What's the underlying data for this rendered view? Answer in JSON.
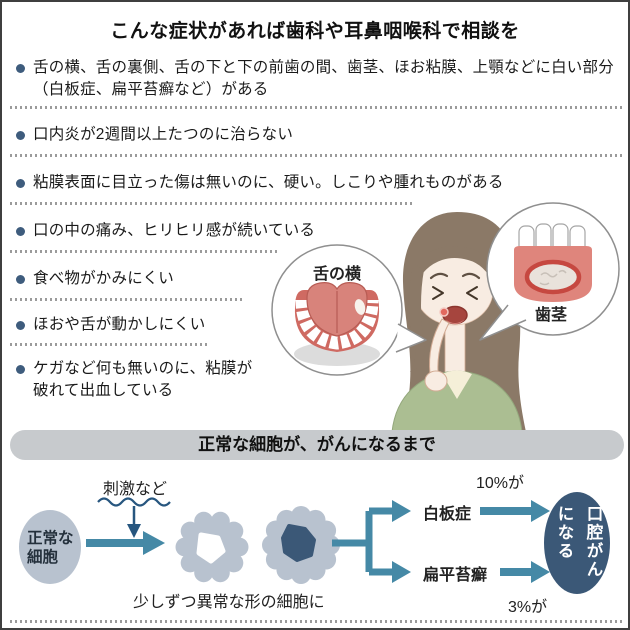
{
  "title": "こんな症状があれば歯科や耳鼻咽喉科で相談を",
  "symptoms": [
    "舌の横、舌の裏側、舌の下と下の前歯の間、歯茎、ほお粘膜、上顎などに白い部分\n（白板症、扁平苔癬など）がある",
    "口内炎が2週間以上たつのに治らない",
    "粘膜表面に目立った傷は無いのに、硬い。しこりや腫れものがある",
    "口の中の痛み、ヒリヒリ感が続いている",
    "食べ物がかみにくい",
    "ほおや舌が動かしにくい",
    "ケガなど何も無いのに、粘膜が\n破れて出血している"
  ],
  "illustration": {
    "tongue_label": "舌の横",
    "gums_label": "歯茎"
  },
  "process": {
    "header": "正常な細胞が、がんになるまで",
    "normal_cell": "正常な\n細胞",
    "stimulus": "刺激など",
    "caption": "少しずつ異常な形の細胞に",
    "branch_top": {
      "label": "白板症",
      "rate": "10%が"
    },
    "branch_bottom": {
      "label": "扁平苔癬",
      "rate": "3%が"
    },
    "outcome": "口腔がんになる"
  },
  "colors": {
    "bullet": "#3e5c7d",
    "arrow_teal": "#4589a6",
    "cell_gray": "#b8c2cf",
    "dark_navy": "#3b5877",
    "stimulus_navy": "#27567f",
    "header_pill": "#c7cacd"
  }
}
